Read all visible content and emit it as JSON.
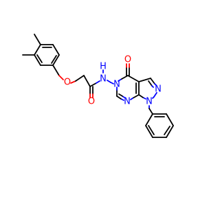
{
  "molecule": {
    "atoms": {
      "ether_o": "O",
      "carbonyl_o": "O",
      "ring_carbonyl_o": "O",
      "amide_n": "N",
      "amide_h": "H",
      "n5": "N",
      "n7": "N",
      "n1": "N",
      "n2": "N"
    },
    "colors": {
      "oxygen": "#ff0000",
      "nitrogen": "#0000ff",
      "carbon": "#000000"
    }
  }
}
